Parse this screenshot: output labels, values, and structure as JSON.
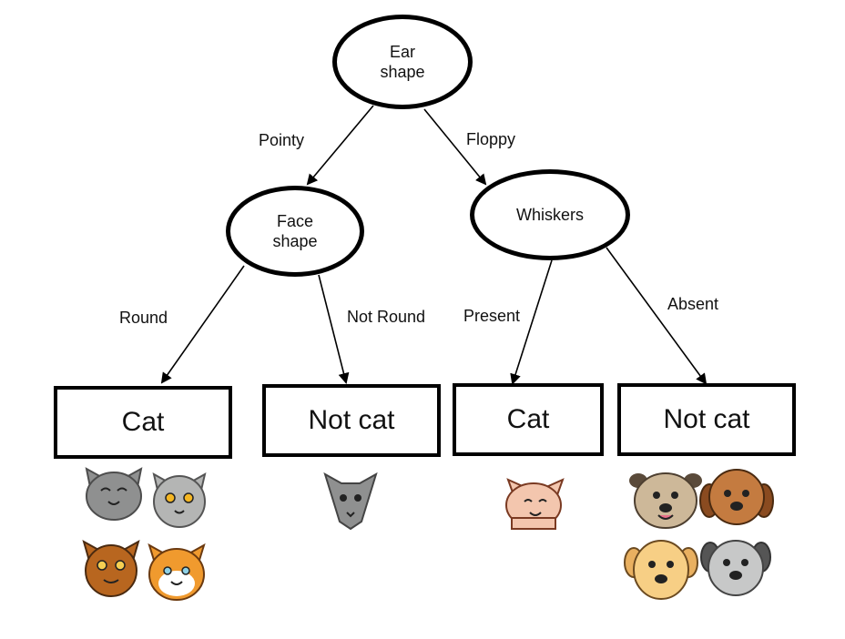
{
  "decisions": {
    "root": "Ear\nshape",
    "left": "Face\nshape",
    "right": "Whiskers"
  },
  "edges": {
    "pointy": "Pointy",
    "floppy": "Floppy",
    "round": "Round",
    "not_round": "Not Round",
    "present": "Present",
    "absent": "Absent"
  },
  "leaves": {
    "leaf1": "Cat",
    "leaf2": "Not cat",
    "leaf3": "Cat",
    "leaf4": "Not cat"
  },
  "colors": {
    "gray_cat": "#8f9090",
    "light_gray_cat": "#b4b5b4",
    "brown_cat": "#b8661f",
    "orange_cat": "#f09a2e",
    "pink_cat": "#f3c6ae",
    "tan_dog": "#cdb899",
    "brown_dog": "#c47b40",
    "yellow_dog": "#f7cf85",
    "gray_dog": "#c7c8c8"
  }
}
